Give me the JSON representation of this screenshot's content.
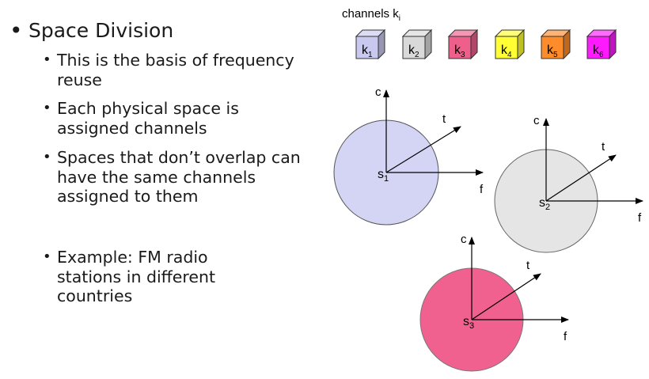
{
  "main_bullet": "Space Division",
  "sub_bullets": [
    "This is the basis of frequency reuse",
    "Each physical space is assigned channels",
    "Spaces that don’t overlap can have the same channels assigned to them",
    "Example: FM radio stations in different countries"
  ],
  "channels_label": {
    "text": "channels k",
    "sub": "i"
  },
  "channels": [
    {
      "letter": "k",
      "sub": "1",
      "color": "#c9c9f0"
    },
    {
      "letter": "k",
      "sub": "2",
      "color": "#d9d9d9"
    },
    {
      "letter": "k",
      "sub": "3",
      "color": "#ee5f8c"
    },
    {
      "letter": "k",
      "sub": "4",
      "color": "#ffff33"
    },
    {
      "letter": "k",
      "sub": "5",
      "color": "#ff8c2a"
    },
    {
      "letter": "k",
      "sub": "6",
      "color": "#ff1aff"
    }
  ],
  "spaces": [
    {
      "letter": "s",
      "sub": "1",
      "color": "#d4d4f5",
      "axes": {
        "c": "c",
        "t": "t",
        "f": "f"
      }
    },
    {
      "letter": "s",
      "sub": "2",
      "color": "#e5e5e5",
      "axes": {
        "c": "c",
        "t": "t",
        "f": "f"
      }
    },
    {
      "letter": "s",
      "sub": "3",
      "color": "#f0618f",
      "axes": {
        "c": "c",
        "t": "t",
        "f": "f"
      }
    }
  ]
}
